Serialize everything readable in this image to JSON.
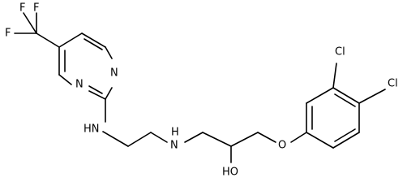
{
  "molecule": {
    "labels": {
      "f1": "F",
      "f2": "F",
      "f3": "F",
      "n_pyr_upper": "N",
      "n_pyr_lower": "N",
      "nh_aryl": "HN",
      "nh_chain": "H",
      "n_chain": "N",
      "oh": "HO",
      "o_ether": "O",
      "cl_meta": "Cl",
      "cl_para": "Cl"
    }
  }
}
